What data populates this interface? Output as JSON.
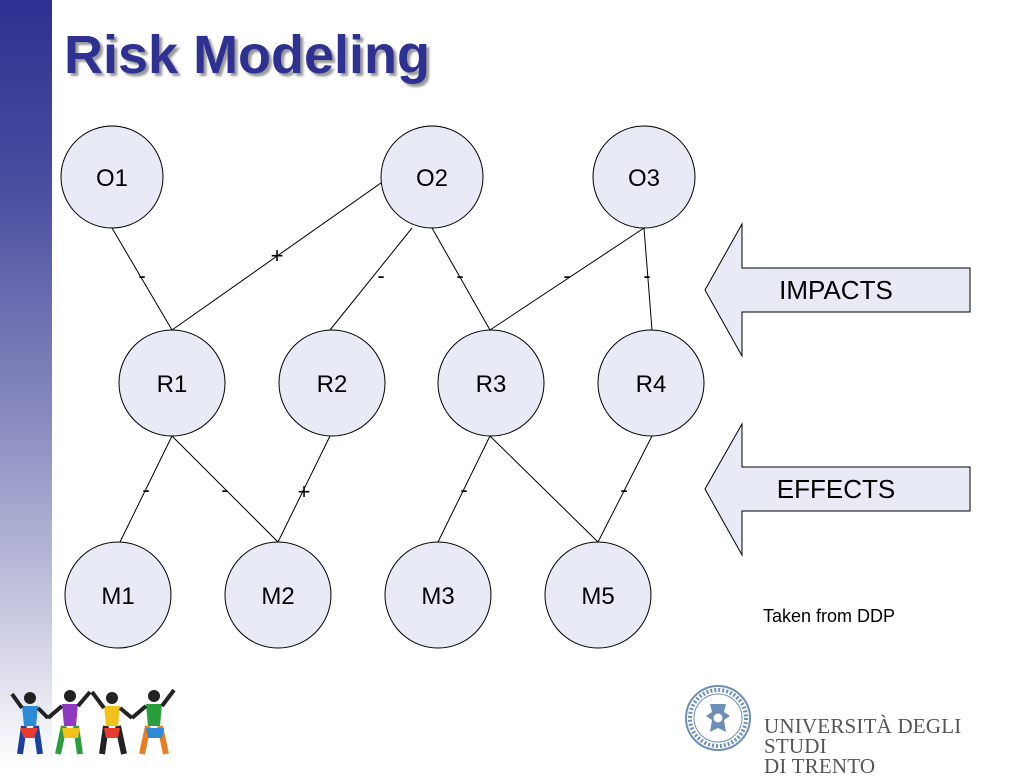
{
  "slide": {
    "title": "Risk Modeling",
    "source_note": "Taken from DDP"
  },
  "diagram": {
    "nodes": {
      "O1": "O1",
      "O2": "O2",
      "O3": "O3",
      "R1": "R1",
      "R2": "R2",
      "R3": "R3",
      "R4": "R4",
      "M1": "M1",
      "M2": "M2",
      "M3": "M3",
      "M5": "M5"
    },
    "impact_edges": [
      {
        "from": "O1",
        "to": "R1",
        "sign": "-"
      },
      {
        "from": "O2",
        "to": "R1",
        "sign": "+"
      },
      {
        "from": "O2",
        "to": "R2",
        "sign": "-"
      },
      {
        "from": "O2",
        "to": "R3",
        "sign": "-"
      },
      {
        "from": "O3",
        "to": "R3",
        "sign": "-"
      },
      {
        "from": "O3",
        "to": "R4",
        "sign": "-"
      }
    ],
    "effect_edges": [
      {
        "from": "R1",
        "to": "M1",
        "sign": "-"
      },
      {
        "from": "R1",
        "to": "M2",
        "sign": "-"
      },
      {
        "from": "R2",
        "to": "M2",
        "sign": "+"
      },
      {
        "from": "R3",
        "to": "M3",
        "sign": "-"
      },
      {
        "from": "R3",
        "to": "M5",
        "sign": ""
      },
      {
        "from": "R4",
        "to": "M5",
        "sign": "-"
      }
    ],
    "arrows": {
      "impacts": "IMPACTS",
      "effects": "EFFECTS"
    }
  },
  "footer": {
    "university_line1": "UNIVERSITÀ DEGLI STUDI",
    "university_line2": "DI TRENTO"
  },
  "colors": {
    "title": "#2e3192",
    "node_fill": "#e8eaf6"
  }
}
